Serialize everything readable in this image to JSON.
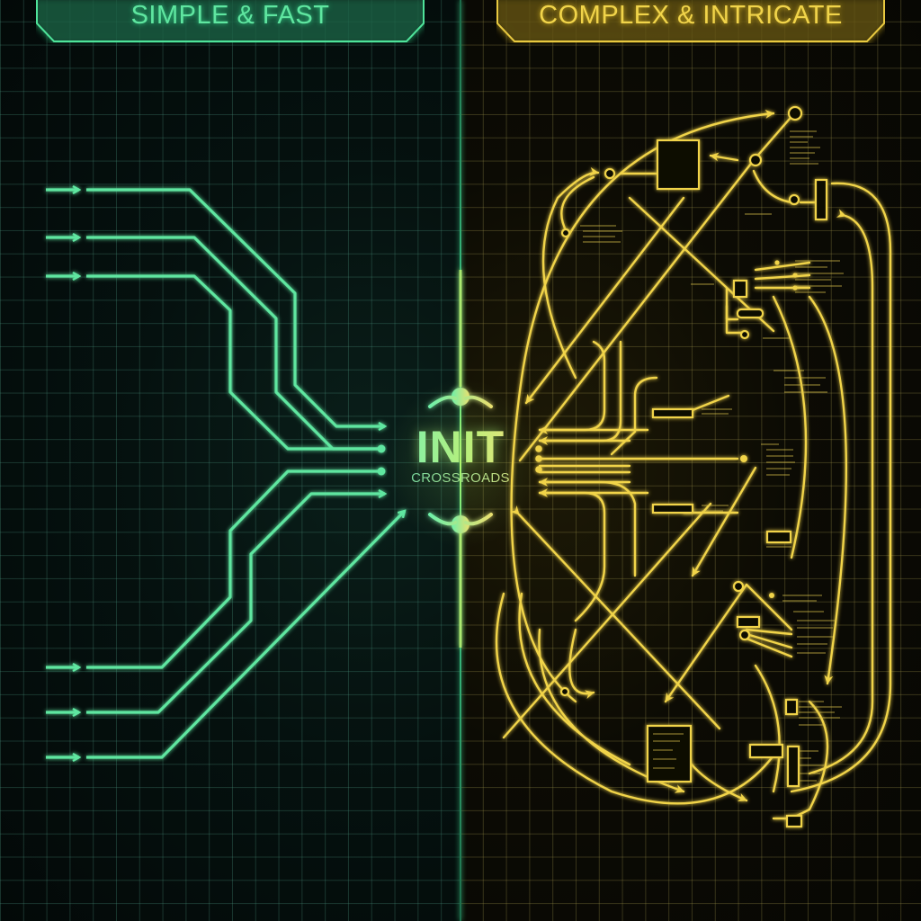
{
  "header": {
    "left_label": "SIMPLE & FAST",
    "right_label": "COMPLEX & INTRICATE"
  },
  "center": {
    "title": "INIT",
    "subtitle": "CROSSROADS"
  },
  "left_panel": {
    "theme": "simple",
    "input_arrows": 6,
    "paths": [
      "route-1",
      "route-2",
      "route-3",
      "route-4",
      "route-5",
      "route-6",
      "route-direct"
    ],
    "terminals": [
      "arrow",
      "dot",
      "dot",
      "arrow"
    ]
  },
  "right_panel": {
    "theme": "complex",
    "terminals": [
      "arrow",
      "arrow",
      "dot",
      "dot",
      "dot",
      "arrow",
      "arrow"
    ],
    "nodes": [
      "circle-node",
      "block-node",
      "bar-node",
      "junction-node",
      "box-node",
      "small-box-node"
    ]
  },
  "colors": {
    "green": "#5fe6a0",
    "green_glow": "#2ecf85",
    "yellow": "#f1d44a",
    "yellow_glow": "#d6b420",
    "background_left": "#040c0b",
    "background_right": "#0a0904"
  }
}
